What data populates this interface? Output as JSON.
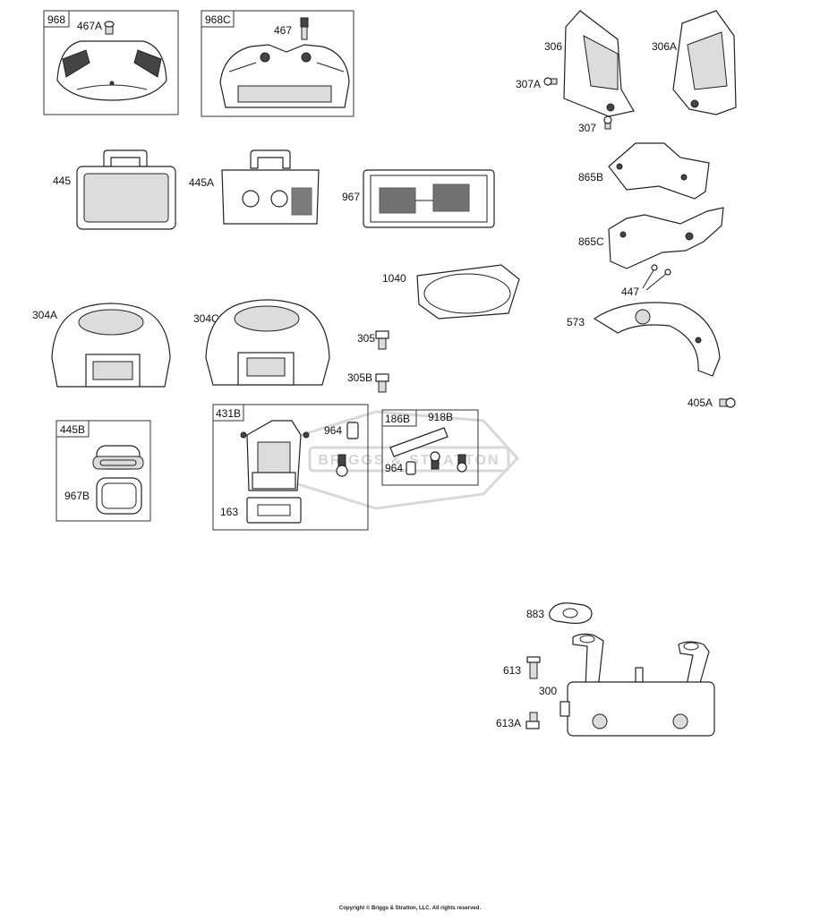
{
  "labels": {
    "p968": "968",
    "p467A": "467A",
    "p968C": "968C",
    "p467": "467",
    "p306": "306",
    "p306A": "306A",
    "p307A": "307A",
    "p307": "307",
    "p445": "445",
    "p445A": "445A",
    "p967": "967",
    "p865B": "865B",
    "p865C": "865C",
    "p447": "447",
    "p1040": "1040",
    "p304A": "304A",
    "p304C": "304C",
    "p305": "305",
    "p305B": "305B",
    "p573": "573",
    "p405A": "405A",
    "p445B": "445B",
    "p967B": "967B",
    "p431B": "431B",
    "p964a": "964",
    "p163": "163",
    "p186B": "186B",
    "p918B": "918B",
    "p964b": "964",
    "p883": "883",
    "p613": "613",
    "p300": "300",
    "p613A": "613A"
  },
  "watermark": "BRIGGS & STRATTON",
  "footer": {
    "copyright": "Copyright © Briggs & Stratton, LLC. All rights reserved."
  }
}
